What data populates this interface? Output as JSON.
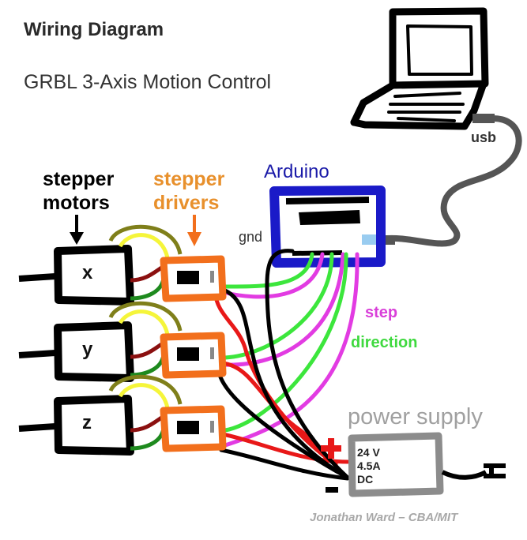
{
  "title": "Wiring Diagram",
  "subtitle": "GRBL 3-Axis Motion Control",
  "labels": {
    "stepper_motors": [
      "stepper",
      "motors"
    ],
    "stepper_drivers": [
      "stepper",
      "drivers"
    ],
    "arduino": "Arduino",
    "gnd": "gnd",
    "usb": "usb",
    "step": "step",
    "direction": "direction",
    "power_supply": "power supply",
    "plus": "+",
    "minus": "-"
  },
  "motors": [
    {
      "axis": "x"
    },
    {
      "axis": "y"
    },
    {
      "axis": "z"
    }
  ],
  "power_supply": {
    "voltage": "24 V",
    "current": "4.5A",
    "type": "DC"
  },
  "credit": "Jonathan Ward – CBA/MIT",
  "colors": {
    "motor_outline": "#000000",
    "driver": "#f26f1c",
    "arduino": "#1a1ac8",
    "usb_cable": "#555555",
    "usb_port": "#99ccf0",
    "step_wire": "#e23be2",
    "direction_wire": "#3ce63c",
    "power_positive": "#e81818",
    "ground": "#000000",
    "power_supply": "#8c8c8c",
    "coil_a1": "#7f7f1a",
    "coil_a2": "#f5f53a",
    "coil_b1": "#8b1010",
    "coil_b2": "#1e8a1e"
  }
}
